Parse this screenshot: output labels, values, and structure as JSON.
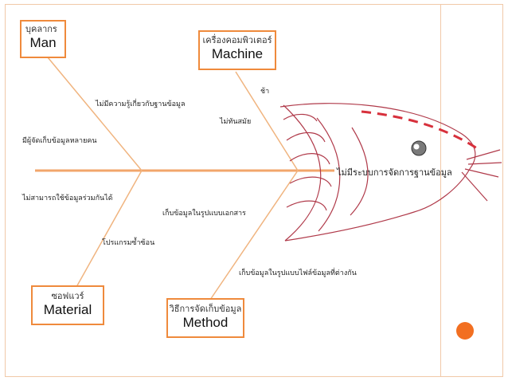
{
  "categories": {
    "man": {
      "thai": "บุคลากร",
      "english": "Man"
    },
    "machine": {
      "thai": "เครื่องคอมพิวเตอร์",
      "english": "Machine"
    },
    "material": {
      "thai": "ซอฟแวร์",
      "english": "Material"
    },
    "method": {
      "thai": "วิธีการจัดเก็บข้อมูล",
      "english": "Method"
    }
  },
  "causes": {
    "man_1": "ไม่มีความรู้เกี่ยวกับฐานข้อมูล",
    "man_2": "มีผู้จัดเก็บข้อมูลหลายคน",
    "machine_1": "ช้า",
    "machine_2": "ไม่ทันสมัย",
    "material_1": "ไม่สามารถใช้ข้อมูลร่วมกันได้",
    "material_2": "โปรแกรมซ้ำซ้อน",
    "method_1": "เก็บข้อมูลในรูปแบบเอกสาร",
    "method_2": "เก็บข้อมูลในรูปแบบไฟล์ข้อมูลที่ต่างกัน"
  },
  "problem": "ไม่มีระบบการจัดการฐานข้อมูล",
  "colors": {
    "spine": "#f2a56b",
    "bone": "#f0b47f",
    "box_border": "#ef8a3c",
    "fish_outline": "#b03a4a",
    "fish_dash": "#d7303c",
    "accent_dot": "#f26f21"
  }
}
